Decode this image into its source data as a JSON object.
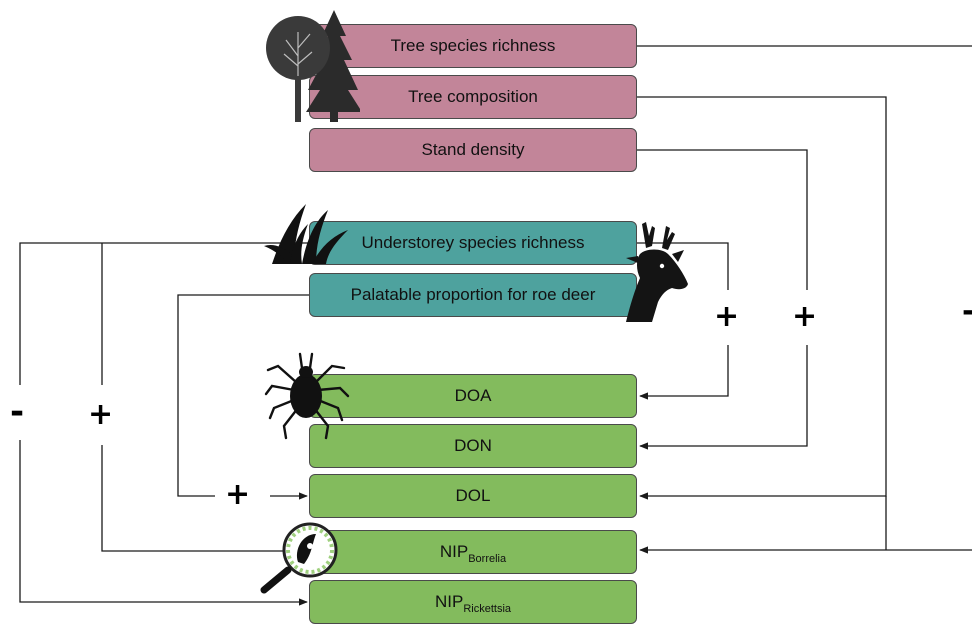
{
  "boxes": {
    "tree_richness": "Tree species richness",
    "tree_composition": "Tree composition",
    "stand_density": "Stand density",
    "understorey_richness": "Understorey species richness",
    "palatable_proportion": "Palatable proportion for roe deer",
    "doa": "DOA",
    "don": "DON",
    "dol": "DOL",
    "nip_borrelia_main": "NIP",
    "nip_borrelia_sub": "Borrelia",
    "nip_rickettsia_main": "NIP",
    "nip_rickettsia_sub": "Rickettsia"
  },
  "signs": {
    "understorey_to_doa": "+",
    "stand_density_to_don": "+",
    "palatable_to_dol": "+",
    "understorey_to_nip_borrelia": "+",
    "understorey_to_nip_rickettsia": "-",
    "tree_to_nip": "-"
  },
  "colors": {
    "tree_layer": "#c28599",
    "understorey_layer": "#4ea29e",
    "tick_layer": "#83bb5d",
    "lines": "#1a1a1a"
  },
  "icons": [
    "tree-icon",
    "grass-icon",
    "roe-deer-icon",
    "tick-icon",
    "magnifier-bacteria-icon"
  ]
}
